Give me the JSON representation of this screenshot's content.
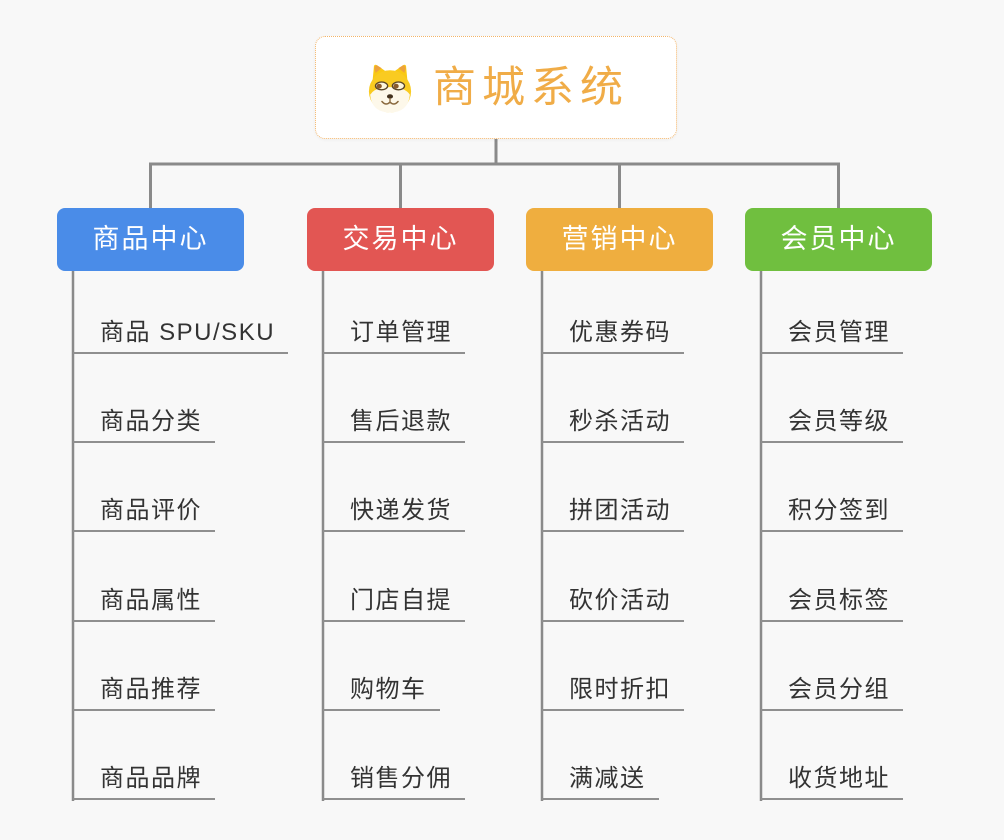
{
  "root": {
    "title": "商城系统",
    "icon": "dog-face-icon"
  },
  "branches": [
    {
      "label": "商品中心",
      "color": "#4a8ce8",
      "children": [
        "商品 SPU/SKU",
        "商品分类",
        "商品评价",
        "商品属性",
        "商品推荐",
        "商品品牌"
      ]
    },
    {
      "label": "交易中心",
      "color": "#e25653",
      "children": [
        "订单管理",
        "售后退款",
        "快递发货",
        "门店自提",
        "购物车",
        "销售分佣"
      ]
    },
    {
      "label": "营销中心",
      "color": "#efae3f",
      "children": [
        "优惠券码",
        "秒杀活动",
        "拼团活动",
        "砍价活动",
        "限时折扣",
        "满减送"
      ]
    },
    {
      "label": "会员中心",
      "color": "#70bf3f",
      "children": [
        "会员管理",
        "会员等级",
        "积分签到",
        "会员标签",
        "会员分组",
        "收货地址"
      ]
    }
  ],
  "colors": {
    "background": "#f8f8f8",
    "connector_line": "#8a8a8a",
    "child_underline": "#8f8f8f",
    "child_text": "#333333",
    "root_accent": "#f0ac47",
    "root_border": "#f3b56a",
    "root_background": "#ffffff"
  }
}
